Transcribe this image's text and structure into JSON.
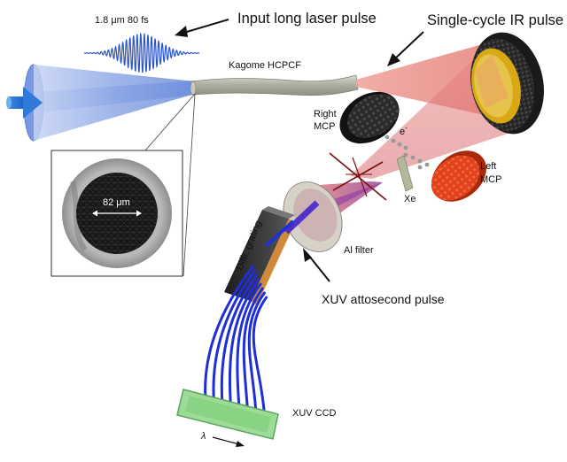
{
  "labels": {
    "pulse_spec": "1.8 μm 80 fs",
    "input_pulse": "Input long laser pulse",
    "ir_pulse": "Single-cycle IR pulse",
    "fiber": "Kagome HCPCF",
    "right_mcp_1": "Right",
    "right_mcp_2": "MCP",
    "electron": "e",
    "electron_sup": "-",
    "xe": "Xe",
    "left_mcp_1": "Left",
    "left_mcp_2": "MCP",
    "core_diameter": "82 μm",
    "al_filter": "Al filter",
    "grating": "Diffr. grating",
    "xuv_pulse": "XUV attosecond pulse",
    "ccd": "XUV CCD",
    "lambda": "λ"
  },
  "colors": {
    "input_beam": "#8aa6e8",
    "ir_beam": "#e9908a",
    "xuv_beam": "#1f2fd6",
    "fiber": "#b9bcaf",
    "left_mcp": "#e8401a",
    "mirror_rim": "#c9a11a",
    "ccd": "#8fd18a"
  }
}
